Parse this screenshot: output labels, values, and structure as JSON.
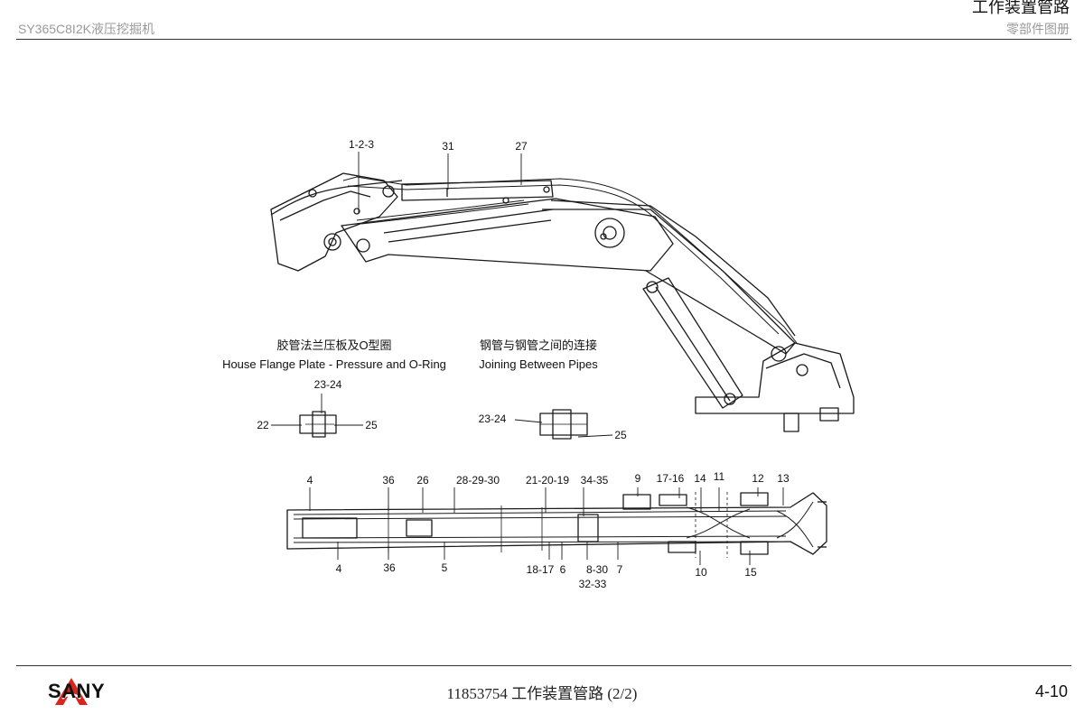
{
  "header": {
    "model": "SY365C8I2K液压挖掘机",
    "section_title": "工作装置管路",
    "catalog": "零部件图册"
  },
  "captions": {
    "flange_cn": "胶管法兰压板及O型圈",
    "flange_en": "House Flange Plate - Pressure and O-Ring",
    "pipes_cn": "钢管与钢管之间的连接",
    "pipes_en": "Joining Between Pipes"
  },
  "side_labels": {
    "l123": "1-2-3",
    "l31": "31",
    "l27": "27"
  },
  "detail_labels": {
    "flange_top": "23-24",
    "flange_left": "22",
    "flange_right": "25",
    "pipes_left": "23-24",
    "pipes_right": "25"
  },
  "top_labels": {
    "t4": "4",
    "t36": "36",
    "t26": "26",
    "t282930": "28-29-30",
    "t212019": "21-20-19",
    "t3435": "34-35",
    "t9": "9",
    "t1716": "17-16",
    "t14": "14",
    "t11": "11",
    "t12": "12",
    "t13": "13",
    "b4": "4",
    "b36": "36",
    "b5": "5",
    "b1817": "18-17",
    "b6": "6",
    "b830": "8-30",
    "b7": "7",
    "b3233": "32-33",
    "b10": "10",
    "b15": "15"
  },
  "footer": {
    "brand": "SANY",
    "doc": "11853754  工作装置管路 (2/2)",
    "page": "4-10"
  },
  "colors": {
    "brand_red": "#d7261e",
    "line": "#1a1a1a"
  }
}
